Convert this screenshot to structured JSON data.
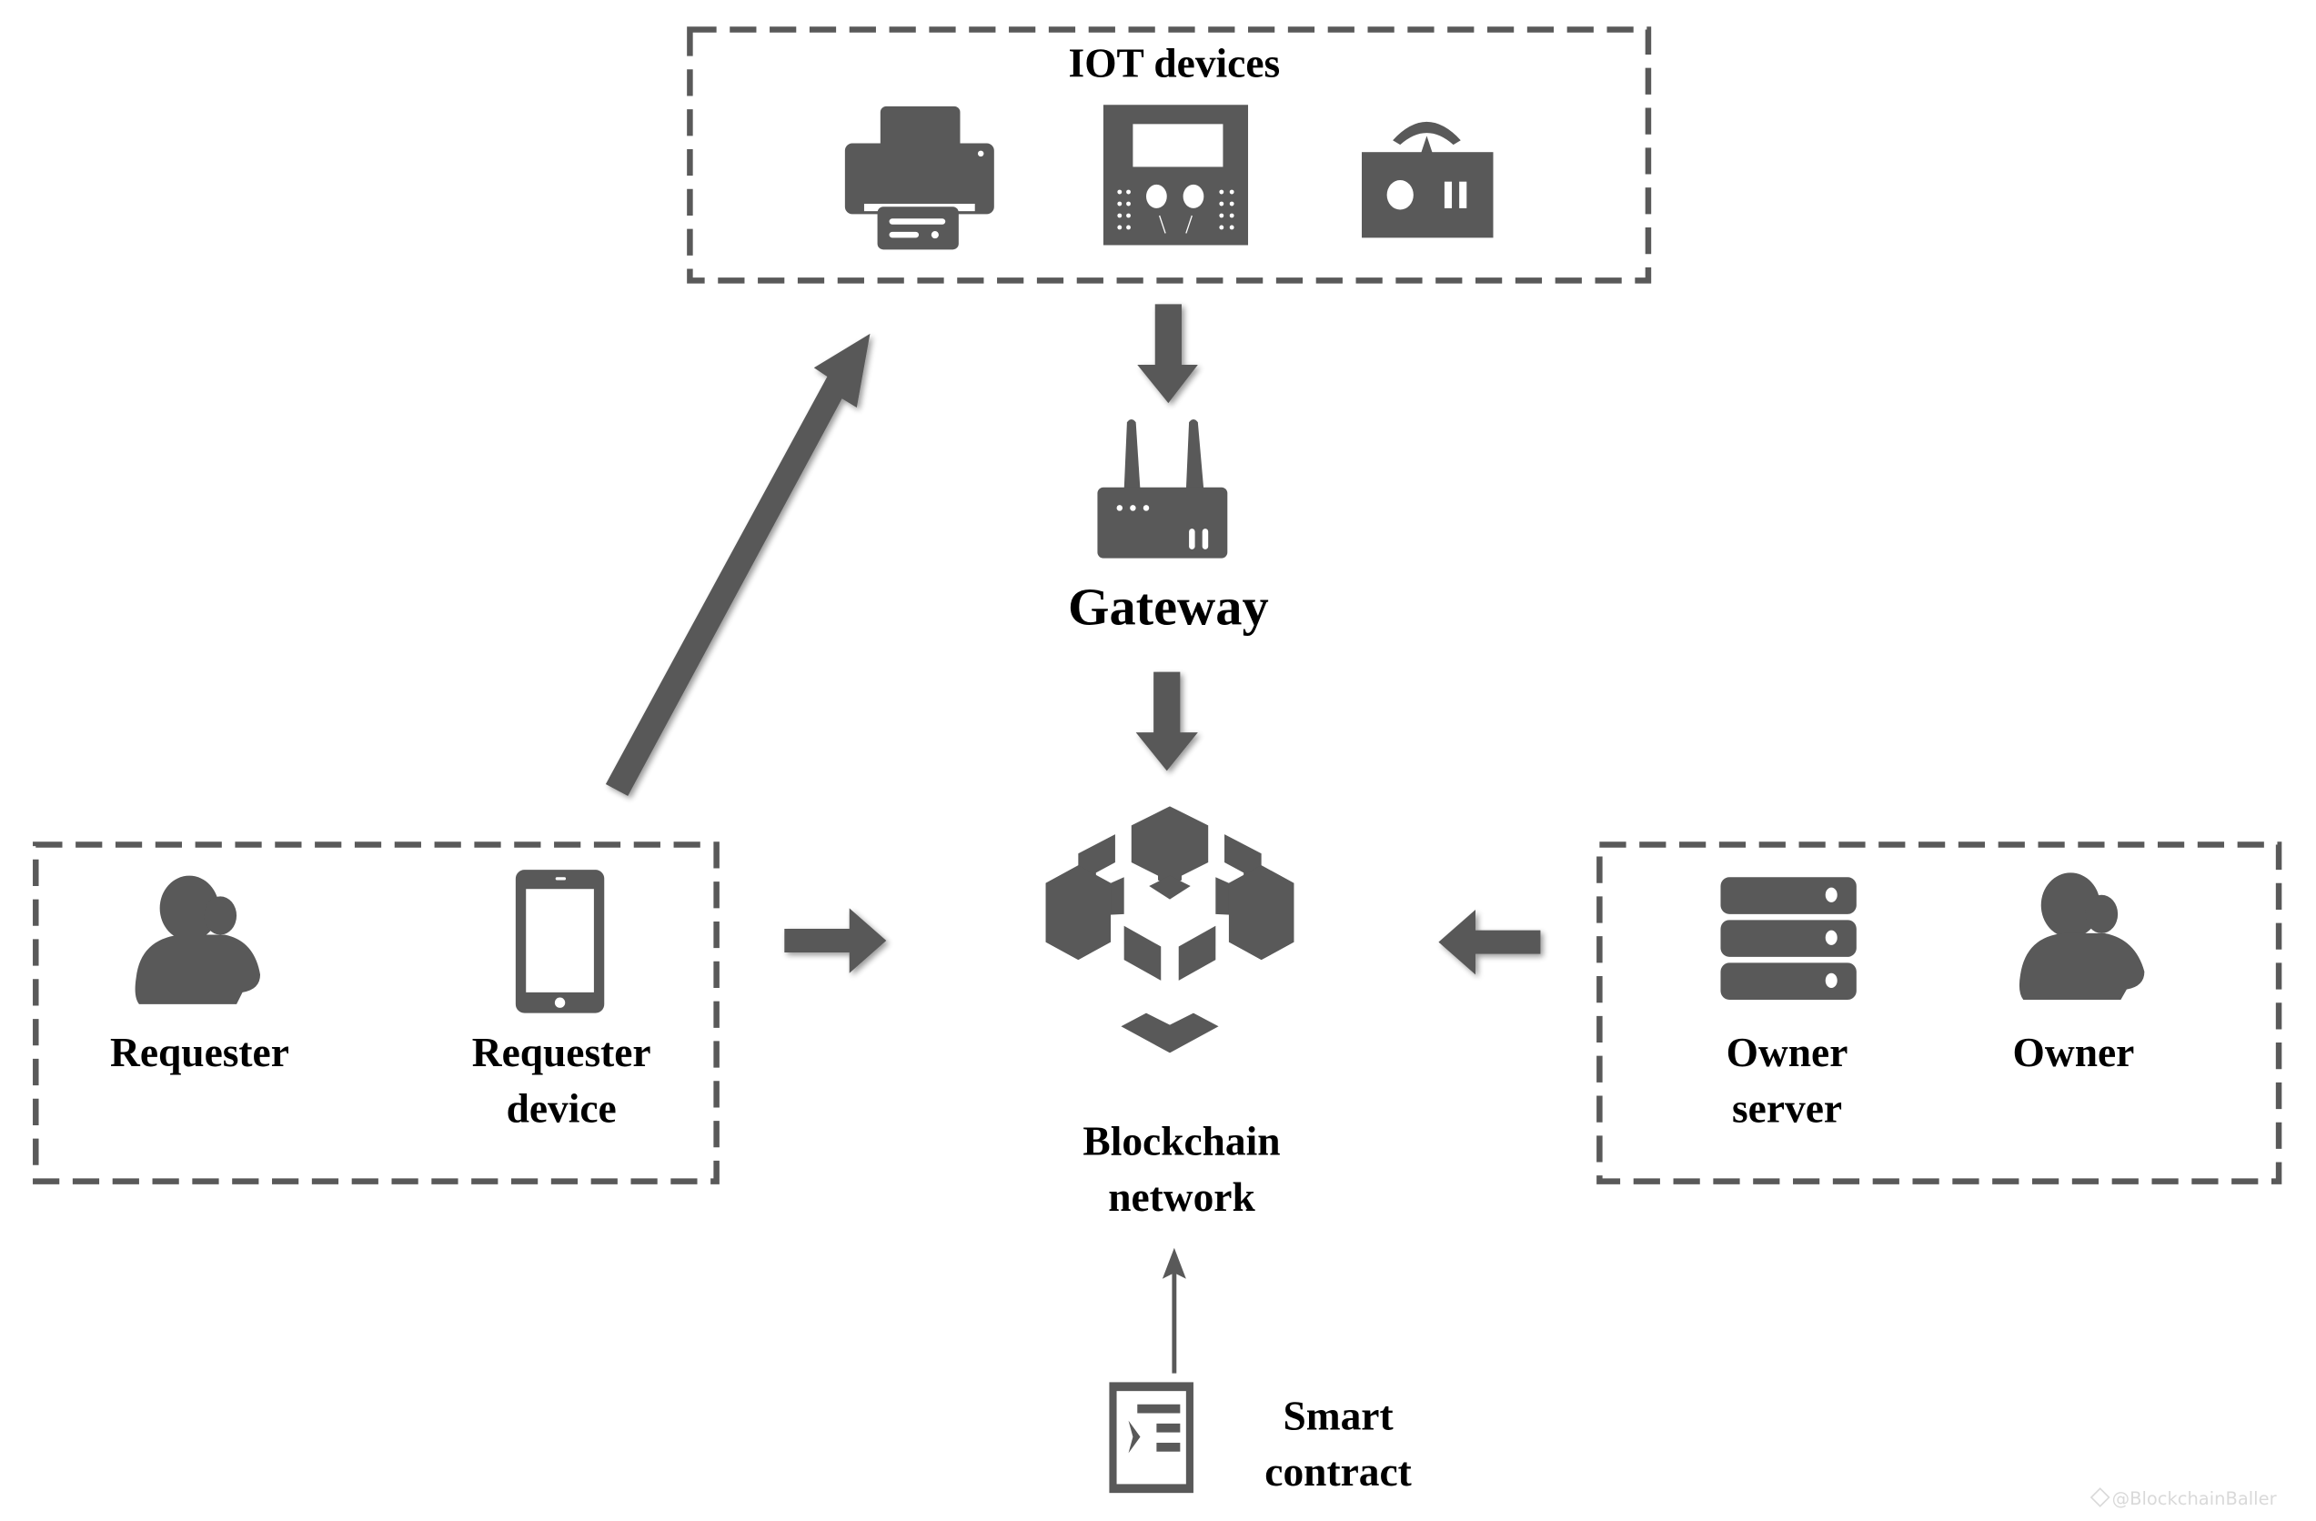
{
  "title": "IoT access control via blockchain",
  "colors": {
    "icon": "#595959",
    "text": "#000000",
    "background": "#ffffff",
    "watermark": "#d9d9d9"
  },
  "groups": {
    "iot": {
      "label": "IOT devices",
      "devices": [
        "printer-icon",
        "control-panel-icon",
        "remote-controller-icon"
      ]
    },
    "requester": {
      "items": [
        {
          "label": "Requester",
          "icon": "user-icon"
        },
        {
          "label_line1": "Requester",
          "label_line2": "device",
          "icon": "smartphone-icon"
        }
      ]
    },
    "owner": {
      "items": [
        {
          "label_line1": "Owner",
          "label_line2": "server",
          "icon": "server-icon"
        },
        {
          "label": "Owner",
          "icon": "user-icon"
        }
      ]
    }
  },
  "nodes": {
    "gateway": {
      "label": "Gateway",
      "icon": "router-icon"
    },
    "blockchain": {
      "label_line1": "Blockchain",
      "label_line2": "network",
      "icon": "blockchain-icon"
    },
    "smart_contract": {
      "label_line1": "Smart",
      "label_line2": "contract",
      "icon": "contract-icon"
    }
  },
  "edges": [
    {
      "from": "iot",
      "to": "gateway"
    },
    {
      "from": "gateway",
      "to": "blockchain"
    },
    {
      "from": "requester",
      "to": "iot"
    },
    {
      "from": "requester",
      "to": "blockchain"
    },
    {
      "from": "owner",
      "to": "blockchain"
    },
    {
      "from": "smart_contract",
      "to": "blockchain"
    }
  ],
  "watermark": "@BlockchainBaller"
}
